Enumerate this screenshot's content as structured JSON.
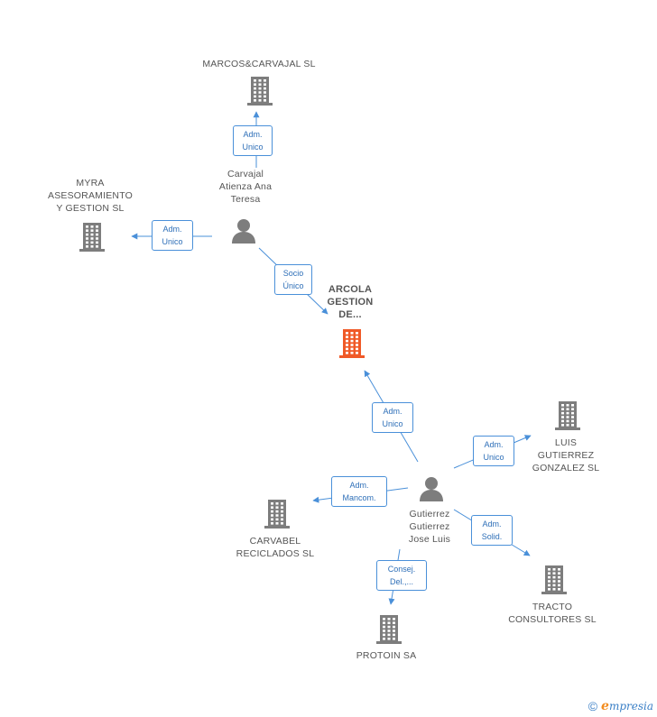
{
  "colors": {
    "company": "#7d7d7d",
    "focus_company": "#f05a28",
    "person": "#7d7d7d",
    "edge": "#4a90d9",
    "edge_label_text": "#2e6fb8"
  },
  "nodes": [
    {
      "id": "arcola",
      "type": "company",
      "focus": true,
      "label": [
        "ARCOLA",
        "GESTION",
        "DE..."
      ],
      "icon": "building-icon"
    },
    {
      "id": "marcos",
      "type": "company",
      "label": [
        "MARCOS&CARVAJAL SL"
      ],
      "icon": "building-icon"
    },
    {
      "id": "myra",
      "type": "company",
      "label": [
        "MYRA",
        "ASESORAMIENTO",
        "Y GESTION SL"
      ],
      "icon": "building-icon"
    },
    {
      "id": "carvajal",
      "type": "person",
      "label": [
        "Carvajal",
        "Atienza Ana",
        "Teresa"
      ],
      "icon": "person-icon"
    },
    {
      "id": "gutierrez",
      "type": "person",
      "label": [
        "Gutierrez",
        "Gutierrez",
        "Jose Luis"
      ],
      "icon": "person-icon"
    },
    {
      "id": "luis",
      "type": "company",
      "label": [
        "LUIS",
        "GUTIERREZ",
        "GONZALEZ SL"
      ],
      "icon": "building-icon"
    },
    {
      "id": "carvabel",
      "type": "company",
      "label": [
        "CARVABEL",
        "RECICLADOS SL"
      ],
      "icon": "building-icon"
    },
    {
      "id": "tracto",
      "type": "company",
      "label": [
        "TRACTO",
        "CONSULTORES SL"
      ],
      "icon": "building-icon"
    },
    {
      "id": "protoin",
      "type": "company",
      "label": [
        "PROTOIN SA"
      ],
      "icon": "building-icon"
    }
  ],
  "edges": [
    {
      "from": "carvajal",
      "to": "marcos",
      "label": [
        "Adm.",
        "Unico"
      ]
    },
    {
      "from": "carvajal",
      "to": "myra",
      "label": [
        "Adm.",
        "Unico"
      ]
    },
    {
      "from": "carvajal",
      "to": "arcola",
      "label": [
        "Socio",
        "Único"
      ]
    },
    {
      "from": "gutierrez",
      "to": "arcola",
      "label": [
        "Adm.",
        "Unico"
      ]
    },
    {
      "from": "gutierrez",
      "to": "luis",
      "label": [
        "Adm.",
        "Unico"
      ]
    },
    {
      "from": "gutierrez",
      "to": "carvabel",
      "label": [
        "Adm.",
        "Mancom."
      ]
    },
    {
      "from": "gutierrez",
      "to": "tracto",
      "label": [
        "Adm.",
        "Solid."
      ]
    },
    {
      "from": "gutierrez",
      "to": "protoin",
      "label": [
        "Consej.",
        "Del.,..."
      ]
    }
  ],
  "footer": {
    "copyright": "©",
    "brand_initial": "e",
    "brand_rest": "mpresia"
  }
}
